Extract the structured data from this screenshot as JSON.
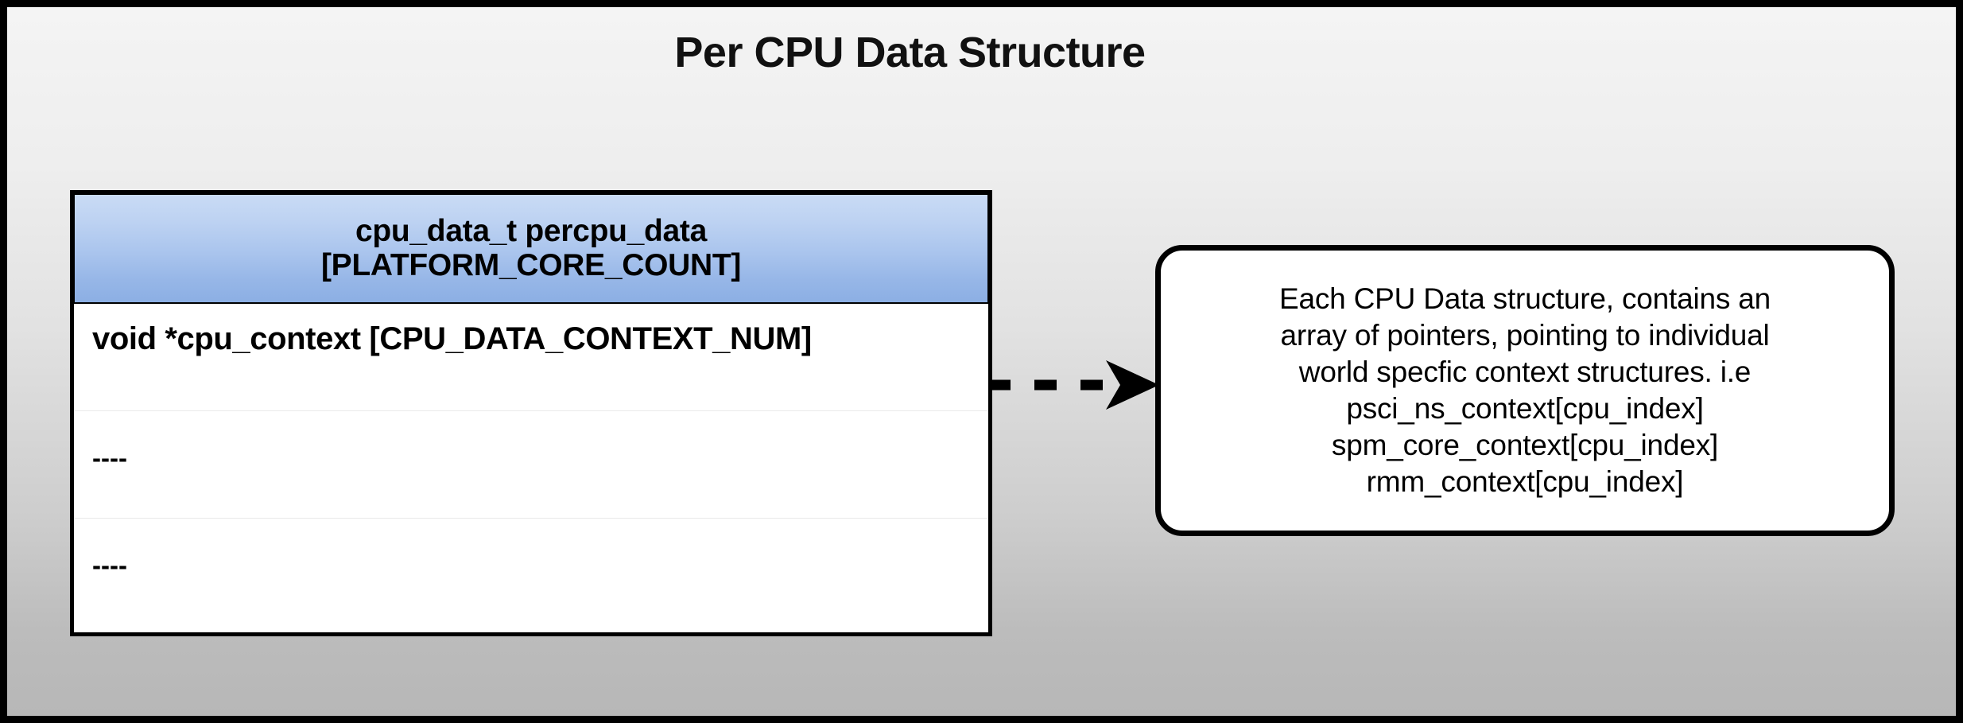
{
  "diagram": {
    "title": "Per CPU Data Structure",
    "background": {
      "frame_color": "#000000",
      "gradient_top": "#f4f4f4",
      "gradient_bottom": "#b7b7b7"
    }
  },
  "struct_table": {
    "header": {
      "accent_top": "#c9dbf5",
      "accent_bottom": "#8cafe4",
      "lines": [
        "cpu_data_t percpu_data",
        "[PLATFORM_CORE_COUNT]"
      ]
    },
    "rows": [
      {
        "text": "void *cpu_context [CPU_DATA_CONTEXT_NUM]"
      },
      {
        "text": "----"
      },
      {
        "text": "----"
      }
    ]
  },
  "connector": {
    "style": "dashed",
    "arrowhead": "filled-triangle",
    "color": "#000000"
  },
  "callout": {
    "lines": [
      "Each CPU Data structure, contains an",
      "array of pointers, pointing to individual",
      "world specfic context structures. i.e",
      "psci_ns_context[cpu_index]",
      "spm_core_context[cpu_index]",
      "rmm_context[cpu_index]"
    ]
  }
}
